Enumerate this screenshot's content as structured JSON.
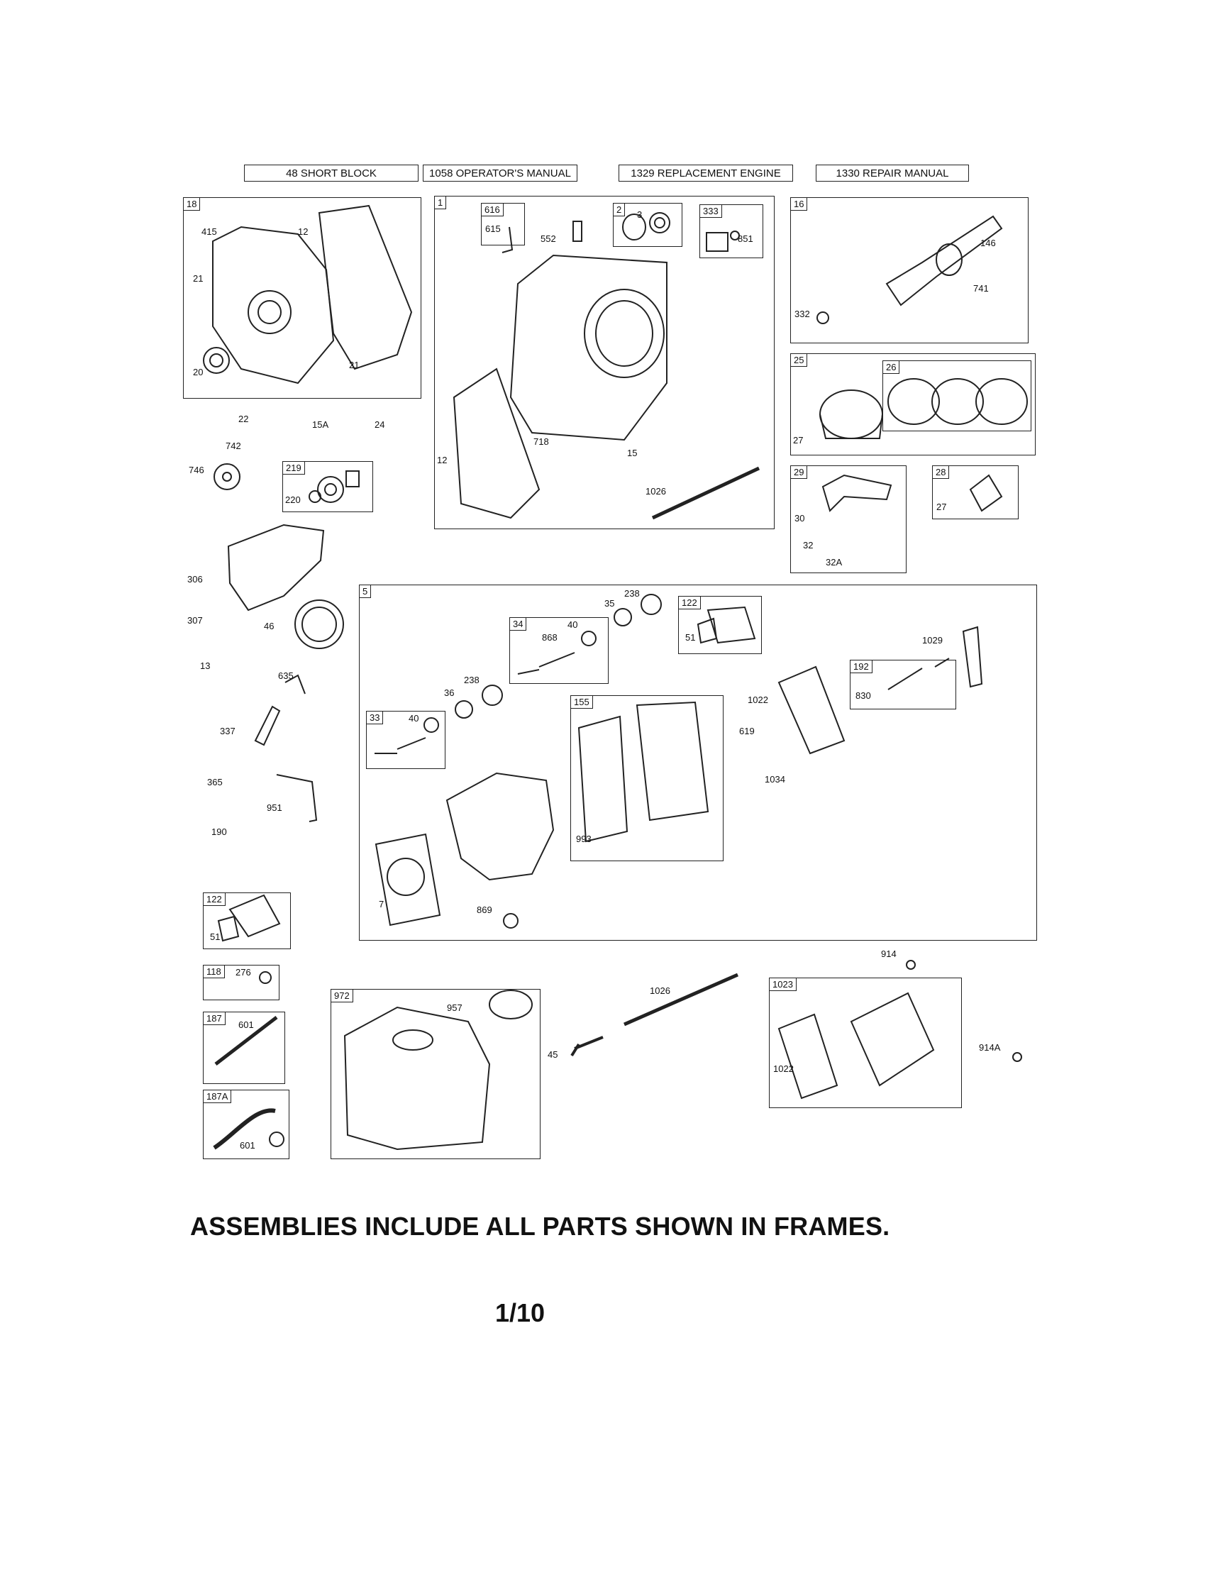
{
  "headers": [
    {
      "id": "short-block",
      "text": "48 SHORT BLOCK"
    },
    {
      "id": "operators-manual",
      "text": "1058 OPERATOR'S MANUAL"
    },
    {
      "id": "replacement-engine",
      "text": "1329 REPLACEMENT ENGINE"
    },
    {
      "id": "repair-manual",
      "text": "1330 REPAIR MANUAL"
    }
  ],
  "frames": [
    {
      "tag": "18"
    },
    {
      "tag": "1"
    },
    {
      "tag": "616"
    },
    {
      "tag": "2"
    },
    {
      "tag": "333"
    },
    {
      "tag": "16"
    },
    {
      "tag": "25"
    },
    {
      "tag": "26"
    },
    {
      "tag": "219"
    },
    {
      "tag": "29"
    },
    {
      "tag": "28"
    },
    {
      "tag": "5"
    },
    {
      "tag": "34"
    },
    {
      "tag": "122"
    },
    {
      "tag": "192"
    },
    {
      "tag": "33"
    },
    {
      "tag": "155"
    },
    {
      "tag": "122"
    },
    {
      "tag": "118"
    },
    {
      "tag": "187"
    },
    {
      "tag": "187A"
    },
    {
      "tag": "972"
    },
    {
      "tag": "1023"
    }
  ],
  "labels": [
    "415",
    "12",
    "21",
    "20",
    "21",
    "22",
    "15A",
    "24",
    "742",
    "746",
    "220",
    "615",
    "552",
    "3",
    "851",
    "718",
    "15",
    "12",
    "1026",
    "146",
    "741",
    "332",
    "27",
    "30",
    "32",
    "32A",
    "27",
    "306",
    "307",
    "46",
    "13",
    "635",
    "337",
    "365",
    "951",
    "190",
    "238",
    "35",
    "40",
    "868",
    "51",
    "1029",
    "238",
    "36",
    "40",
    "1022",
    "830",
    "619",
    "1034",
    "993",
    "7",
    "869",
    "51",
    "276",
    "601",
    "601",
    "957",
    "45",
    "1026",
    "914",
    "914A",
    "1022"
  ],
  "footer": "ASSEMBLIES INCLUDE ALL PARTS SHOWN IN FRAMES.",
  "page_number": "1/10"
}
